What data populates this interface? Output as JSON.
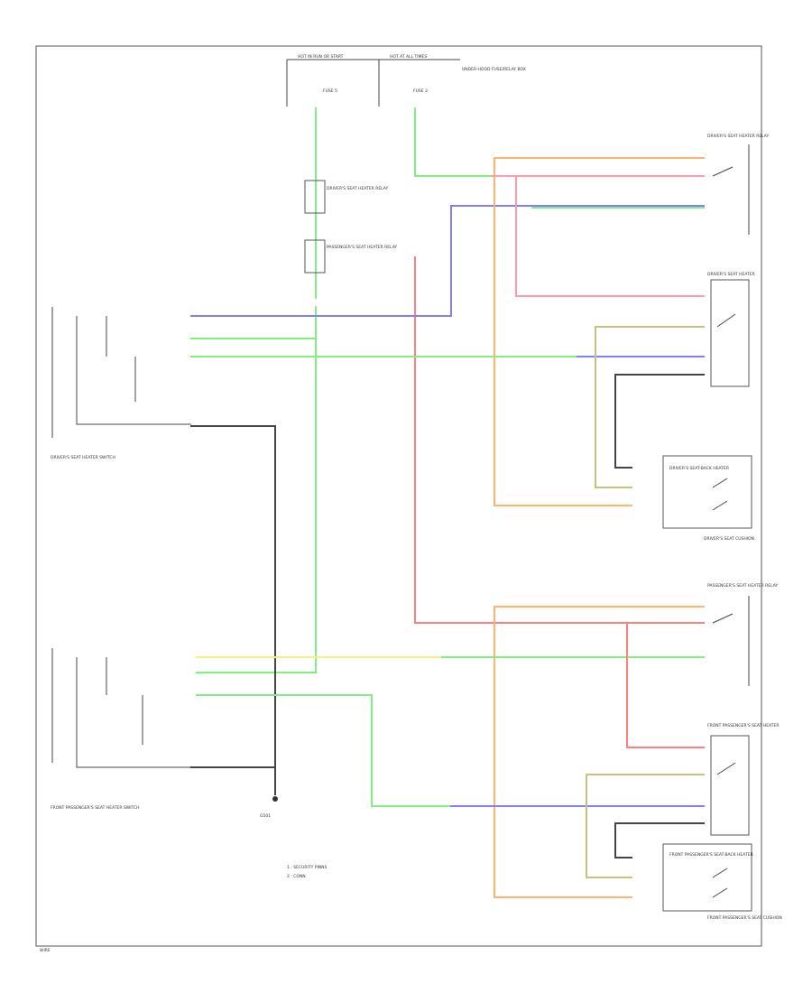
{
  "colors": {
    "violet": "#7f7fff",
    "green": "#7fef7f",
    "orange": "#ffb36b",
    "red": "#ff7f7f",
    "yellow": "#f2f27f",
    "tan": "#c8c080",
    "black": "#333333",
    "pink": "#ff9aaf"
  },
  "labels": {
    "top_fuse_a": "HOT IN RUN OR START",
    "top_fuse_b": "HOT AT ALL TIMES",
    "underhood_box": "UNDER-HOOD FUSE/RELAY BOX",
    "fuse_a": "FUSE 5",
    "fuse_b": "FUSE 3",
    "driver_relay": "DRIVER'S SEAT HEATER RELAY",
    "pass_relay": "PASSENGER'S SEAT HEATER RELAY",
    "driver_switch": "DRIVER'S SEAT HEATER SWITCH",
    "pass_switch": "FRONT PASSENGER'S SEAT HEATER SWITCH",
    "driver_seat_heater": "DRIVER'S SEAT HEATER",
    "driver_seat_back": "DRIVER'S SEAT-BACK HEATER",
    "driver_seat_cushion": "DRIVER'S SEAT CUSHION",
    "pass_seat_heater": "FRONT PASSENGER'S SEAT HEATER",
    "pass_seat_back": "FRONT PASSENGER'S SEAT-BACK HEATER",
    "pass_seat_cushion": "FRONT PASSENGER'S SEAT CUSHION",
    "ground": "G501",
    "legend_1": "1 : SECURITY PINNS",
    "legend_2": "2 : CONN",
    "page_ref": "WIRE"
  }
}
